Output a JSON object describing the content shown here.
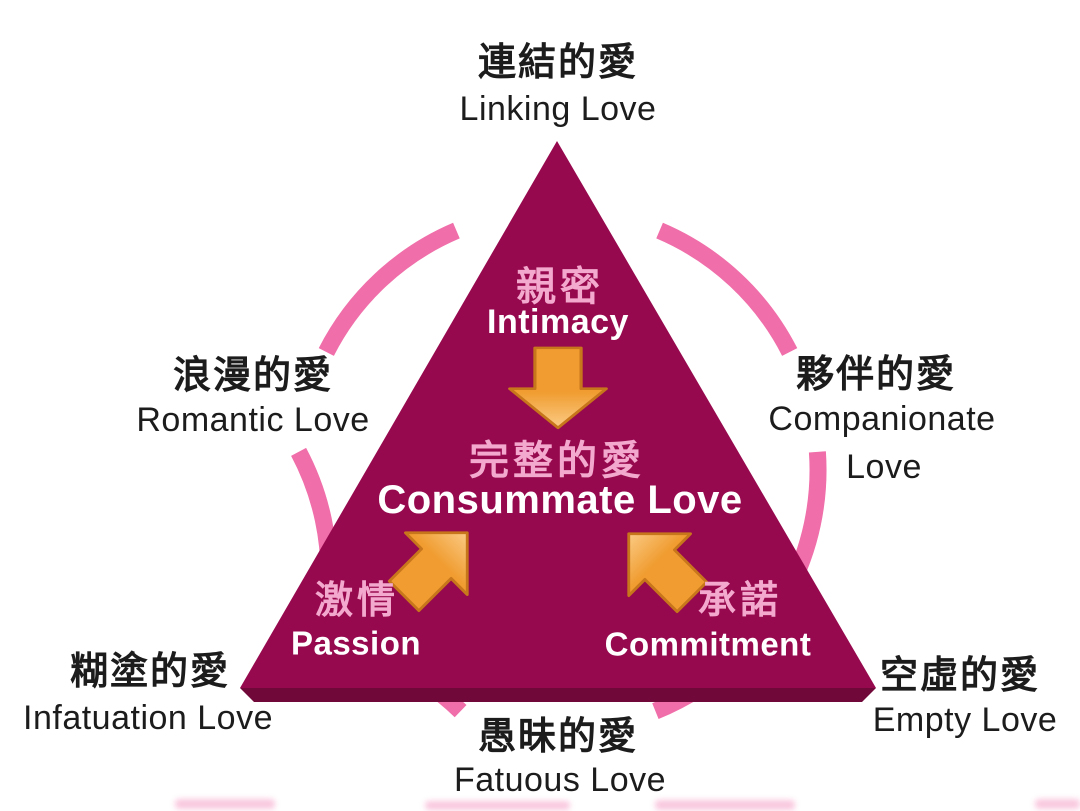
{
  "colors": {
    "background": "#FFFFFF",
    "triangle": "#97094E",
    "triangle_edge": "#70083A",
    "circle_pink": "#F06EA9",
    "inner_pink": "#F3A9CE",
    "arrow_light": "#FBCB85",
    "arrow_fill": "#F09C30",
    "arrow_outline": "#C8761B",
    "text_black": "#1C1C1C"
  },
  "outer_labels": {
    "top": {
      "zh": "連結的愛",
      "en": "Linking Love"
    },
    "left": {
      "zh": "浪漫的愛",
      "en": "Romantic Love"
    },
    "right": {
      "zh": "夥伴的愛",
      "en_line1": "Companionate",
      "en_line2": "Love"
    },
    "bottom_left": {
      "zh": "糊塗的愛",
      "en": "Infatuation Love"
    },
    "bottom_center": {
      "zh": "愚昧的愛",
      "en": "Fatuous Love"
    },
    "bottom_right": {
      "zh": "空虛的愛",
      "en": "Empty Love"
    }
  },
  "inner_labels": {
    "intimacy": {
      "zh": "親密",
      "en": "Intimacy"
    },
    "passion": {
      "zh": "激情",
      "en": "Passion"
    },
    "commitment": {
      "zh": "承諾",
      "en": "Commitment"
    },
    "center": {
      "zh": "完整的愛",
      "en": "Consummate Love"
    }
  }
}
